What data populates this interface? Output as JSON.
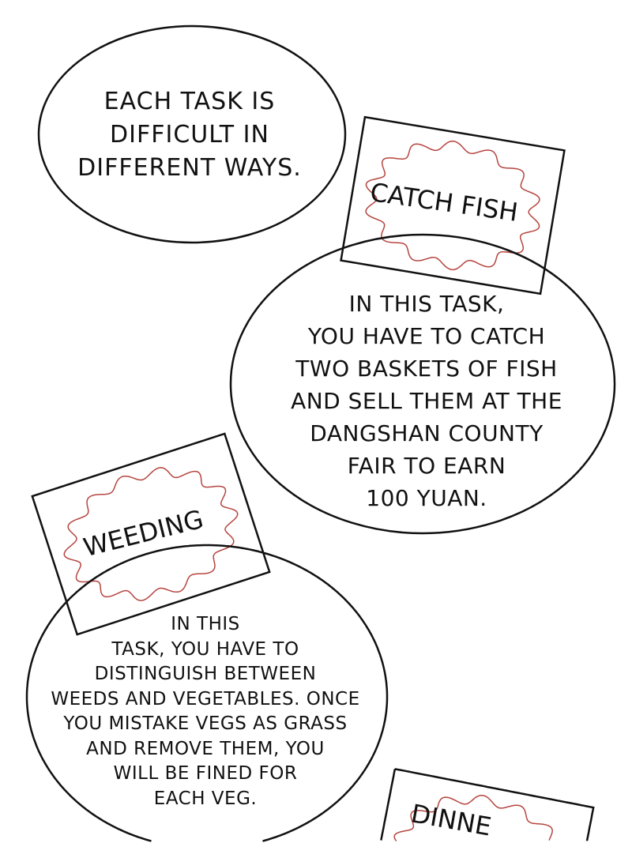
{
  "bubbles": [
    {
      "lines": [
        "EACH TASK IS",
        "DIFFICULT IN",
        "DIFFERENT WAYS."
      ]
    },
    {
      "lines": [
        "IN THIS TASK,",
        "YOU HAVE TO CATCH",
        "TWO BASKETS OF FISH",
        "AND SELL THEM AT THE",
        "DANGSHAN COUNTY",
        "FAIR TO EARN",
        "100 YUAN."
      ]
    },
    {
      "lines": [
        "IN THIS",
        "TASK, YOU HAVE TO",
        "DISTINGUISH BETWEEN",
        "WEEDS AND VEGETABLES. ONCE",
        "YOU MISTAKE VEGS AS GRASS",
        "AND REMOVE THEM, YOU",
        "WILL BE FINED FOR",
        "EACH VEG."
      ]
    }
  ],
  "cards": [
    {
      "label": "CATCH FISH"
    },
    {
      "label": "WEEDING"
    },
    {
      "label": "DINNE"
    }
  ],
  "colors": {
    "outline": "#111111",
    "wave": "#b5453f",
    "background": "#ffffff"
  }
}
